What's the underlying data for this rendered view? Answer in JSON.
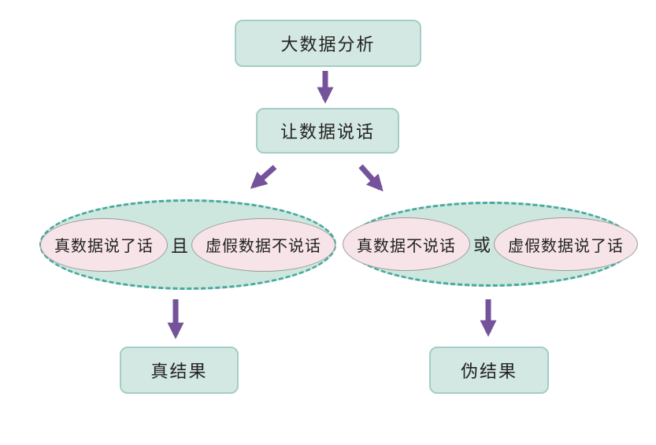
{
  "colors": {
    "background": "#ffffff",
    "box_fill": "#d3e8e2",
    "box_border": "#a3cec5",
    "group_fill": "#cee7de",
    "group_border": "#47a9a0",
    "pink_fill": "#f7e4e8",
    "pink_border": "#9a9a9a",
    "arrow": "#75539b",
    "text": "#222222"
  },
  "nodes": {
    "root": {
      "label": "大数据分析"
    },
    "speak": {
      "label": "让数据说话"
    },
    "left_group": {
      "first": {
        "label": "真数据说了话"
      },
      "operator": "且",
      "second": {
        "label": "虚假数据不说话"
      }
    },
    "right_group": {
      "first": {
        "label": "真数据不说话"
      },
      "operator": "或",
      "second": {
        "label": "虚假数据说了话"
      }
    },
    "true_result": {
      "label": "真结果"
    },
    "false_result": {
      "label": "伪结果"
    }
  }
}
